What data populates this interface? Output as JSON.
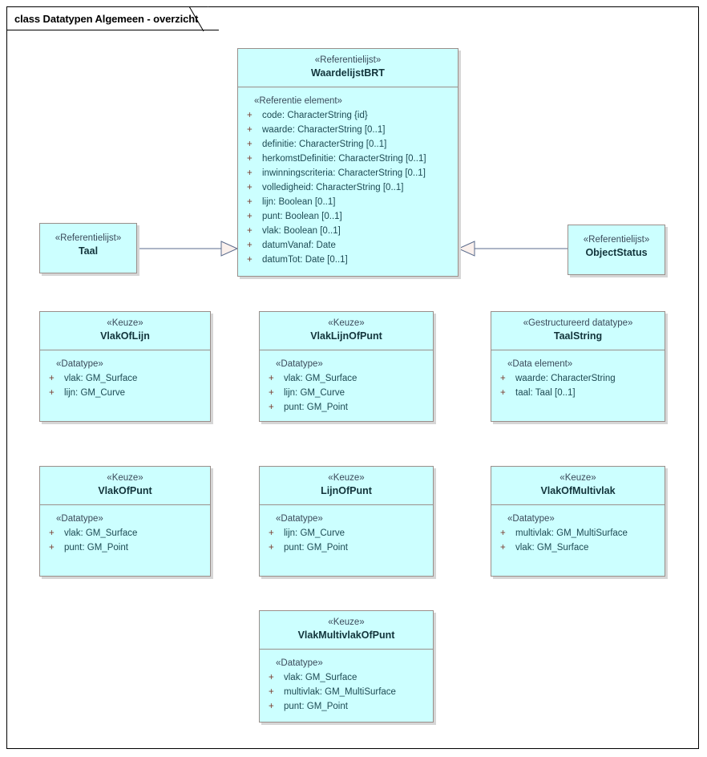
{
  "diagram": {
    "title": "class Datatypen Algemeen - overzicht",
    "colors": {
      "class_fill": "#CCFFFF",
      "class_border": "#9A8E8A",
      "shadow": "#D6D6D6",
      "connector": "#5B6B8C",
      "arrow_fill": "#FAF0EC",
      "frame_border": "#000000",
      "stereotype_text": "#3B4A5A",
      "class_name_text": "#12343B",
      "attribute_text": "#1D4A53",
      "visibility_text": "#7A3B2E"
    }
  },
  "classes": [
    {
      "id": "taal",
      "stereotype": "«Referentielijst»",
      "name": "Taal",
      "compartment_stereotype": null,
      "attributes": []
    },
    {
      "id": "waardelijstbrt",
      "stereotype": "«Referentielijst»",
      "name": "WaardelijstBRT",
      "compartment_stereotype": "«Referentie element»",
      "attributes": [
        {
          "visibility": "+",
          "text": "code: CharacterString {id}"
        },
        {
          "visibility": "+",
          "text": "waarde: CharacterString [0..1]"
        },
        {
          "visibility": "+",
          "text": "definitie: CharacterString [0..1]"
        },
        {
          "visibility": "+",
          "text": "herkomstDefinitie: CharacterString [0..1]"
        },
        {
          "visibility": "+",
          "text": "inwinningscriteria: CharacterString [0..1]"
        },
        {
          "visibility": "+",
          "text": "volledigheid: CharacterString [0..1]"
        },
        {
          "visibility": "+",
          "text": "lijn: Boolean [0..1]"
        },
        {
          "visibility": "+",
          "text": "punt: Boolean [0..1]"
        },
        {
          "visibility": "+",
          "text": "vlak: Boolean [0..1]"
        },
        {
          "visibility": "+",
          "text": "datumVanaf: Date"
        },
        {
          "visibility": "+",
          "text": "datumTot: Date [0..1]"
        }
      ]
    },
    {
      "id": "objectstatus",
      "stereotype": "«Referentielijst»",
      "name": "ObjectStatus",
      "compartment_stereotype": null,
      "attributes": []
    },
    {
      "id": "vlakoflijn",
      "stereotype": "«Keuze»",
      "name": "VlakOfLijn",
      "compartment_stereotype": "«Datatype»",
      "attributes": [
        {
          "visibility": "+",
          "text": "vlak: GM_Surface"
        },
        {
          "visibility": "+",
          "text": "lijn: GM_Curve"
        }
      ]
    },
    {
      "id": "vlaklijnofpunt",
      "stereotype": "«Keuze»",
      "name": "VlakLijnOfPunt",
      "compartment_stereotype": "«Datatype»",
      "attributes": [
        {
          "visibility": "+",
          "text": "vlak: GM_Surface"
        },
        {
          "visibility": "+",
          "text": "lijn: GM_Curve"
        },
        {
          "visibility": "+",
          "text": "punt: GM_Point"
        }
      ]
    },
    {
      "id": "taalstring",
      "stereotype": "«Gestructureerd datatype»",
      "name": "TaalString",
      "compartment_stereotype": "«Data element»",
      "attributes": [
        {
          "visibility": "+",
          "text": "waarde: CharacterString"
        },
        {
          "visibility": "+",
          "text": "taal: Taal [0..1]"
        }
      ]
    },
    {
      "id": "vlakofpunt",
      "stereotype": "«Keuze»",
      "name": "VlakOfPunt",
      "compartment_stereotype": "«Datatype»",
      "attributes": [
        {
          "visibility": "+",
          "text": "vlak: GM_Surface"
        },
        {
          "visibility": "+",
          "text": "punt: GM_Point"
        }
      ]
    },
    {
      "id": "lijnofpunt",
      "stereotype": "«Keuze»",
      "name": "LijnOfPunt",
      "compartment_stereotype": "«Datatype»",
      "attributes": [
        {
          "visibility": "+",
          "text": "lijn: GM_Curve"
        },
        {
          "visibility": "+",
          "text": "punt: GM_Point"
        }
      ]
    },
    {
      "id": "vlakofmultivlak",
      "stereotype": "«Keuze»",
      "name": "VlakOfMultivlak",
      "compartment_stereotype": "«Datatype»",
      "attributes": [
        {
          "visibility": "+",
          "text": "multivlak: GM_MultiSurface"
        },
        {
          "visibility": "+",
          "text": "vlak: GM_Surface"
        }
      ]
    },
    {
      "id": "vlakmultivlakofpunt",
      "stereotype": "«Keuze»",
      "name": "VlakMultivlakOfPunt",
      "compartment_stereotype": "«Datatype»",
      "attributes": [
        {
          "visibility": "+",
          "text": "vlak: GM_Surface"
        },
        {
          "visibility": "+",
          "text": "multivlak: GM_MultiSurface"
        },
        {
          "visibility": "+",
          "text": "punt: GM_Point"
        }
      ]
    }
  ],
  "connectors": [
    {
      "id": "taal-to-waardelijstbrt",
      "type": "generalization",
      "from": "Taal",
      "to": "WaardelijstBRT",
      "direction": "right"
    },
    {
      "id": "objectstatus-to-waardelijstbrt",
      "type": "generalization",
      "from": "ObjectStatus",
      "to": "WaardelijstBRT",
      "direction": "left"
    }
  ]
}
